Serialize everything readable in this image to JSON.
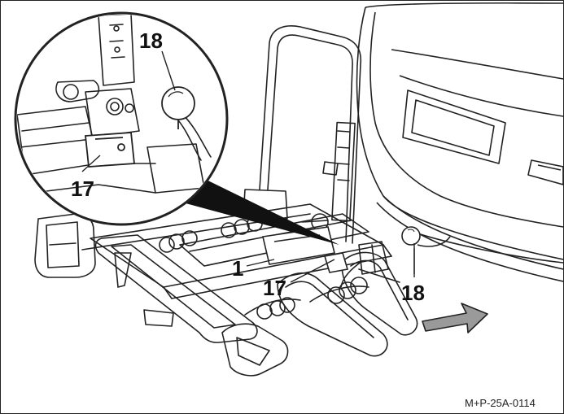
{
  "figure": {
    "figure_id": "M+P-25A-0114",
    "callouts": {
      "detail_ball_head": "18",
      "detail_plate": "17",
      "main_base": "1",
      "main_plate": "17",
      "main_ball_head": "18"
    },
    "icons": [
      "bike-carrier",
      "car-rear",
      "tow-ball",
      "arrow-right",
      "detail-magnifier"
    ],
    "colors": {
      "line": "#222222",
      "background": "#ffffff",
      "arrow_fill": "#9a9a9a"
    }
  }
}
